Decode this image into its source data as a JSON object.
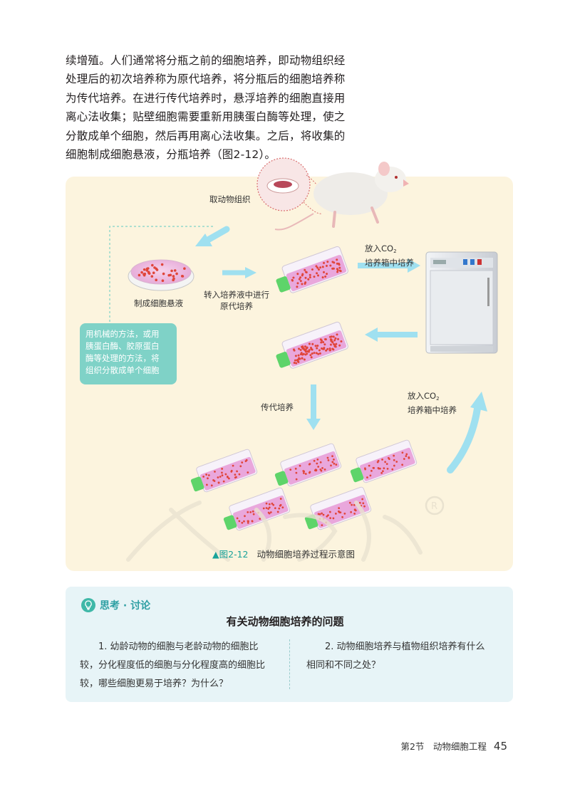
{
  "paragraph": {
    "lines": [
      "续增殖。人们通常将分瓶之前的细胞培养，即动物组织经",
      "处理后的初次培养称为原代培养，将分瓶后的细胞培养称",
      "为传代培养。在进行传代培养时，悬浮培养的细胞直接用",
      "离心法收集；贴壁细胞需要重新用胰蛋白酶等处理，使之",
      "分散成单个细胞，然后再用离心法收集。之后，将收集的",
      "细胞制成细胞悬液，分瓶培养（图2-12）。"
    ]
  },
  "figure": {
    "labels": {
      "take_tissue": "取动物组织",
      "cell_suspension": "制成细胞悬液",
      "primary_line1": "转入培养液中进行",
      "primary_line2": "原代培养",
      "co2_top_line1": "放入CO",
      "co2_top_sub": "2",
      "co2_top_line2": "培养箱中培养",
      "co2_bottom_line1": "放入CO",
      "co2_bottom_sub": "2",
      "co2_bottom_line2": "培养箱中培养",
      "subculture": "传代培养"
    },
    "callout_lines": [
      "用机械的方法，或用",
      "胰蛋白酶、胶原蛋白",
      "酶等处理的方法，将",
      "组织分散成单个细胞"
    ],
    "caption": {
      "marker": "▲图2-12",
      "text": "动物细胞培养过程示意图"
    }
  },
  "discussion": {
    "section_title": "思考 · 讨论",
    "heading": "有关动物细胞培养的问题",
    "q1_lines": [
      "1. 幼龄动物的细胞与老龄动物的细胞比",
      "较，分化程度低的细胞与分化程度高的细胞比",
      "较，哪些细胞更易于培养？为什么？"
    ],
    "q2_lines": [
      "2. 动物细胞培养与植物组织培养有什么",
      "相同和不同之处？"
    ]
  },
  "footer": {
    "section": "第2节　动物细胞工程",
    "page_number": "45"
  },
  "colors": {
    "figure_bg": "#fcf4de",
    "callout_bg": "#7fd2c7",
    "arrow": "#9fe0f0",
    "medium": "#e9a7dc",
    "cell": "#e0453a",
    "cap": "#5ed46a",
    "discussion_bg": "#e7f4f7",
    "accent": "#2e9fa3"
  }
}
